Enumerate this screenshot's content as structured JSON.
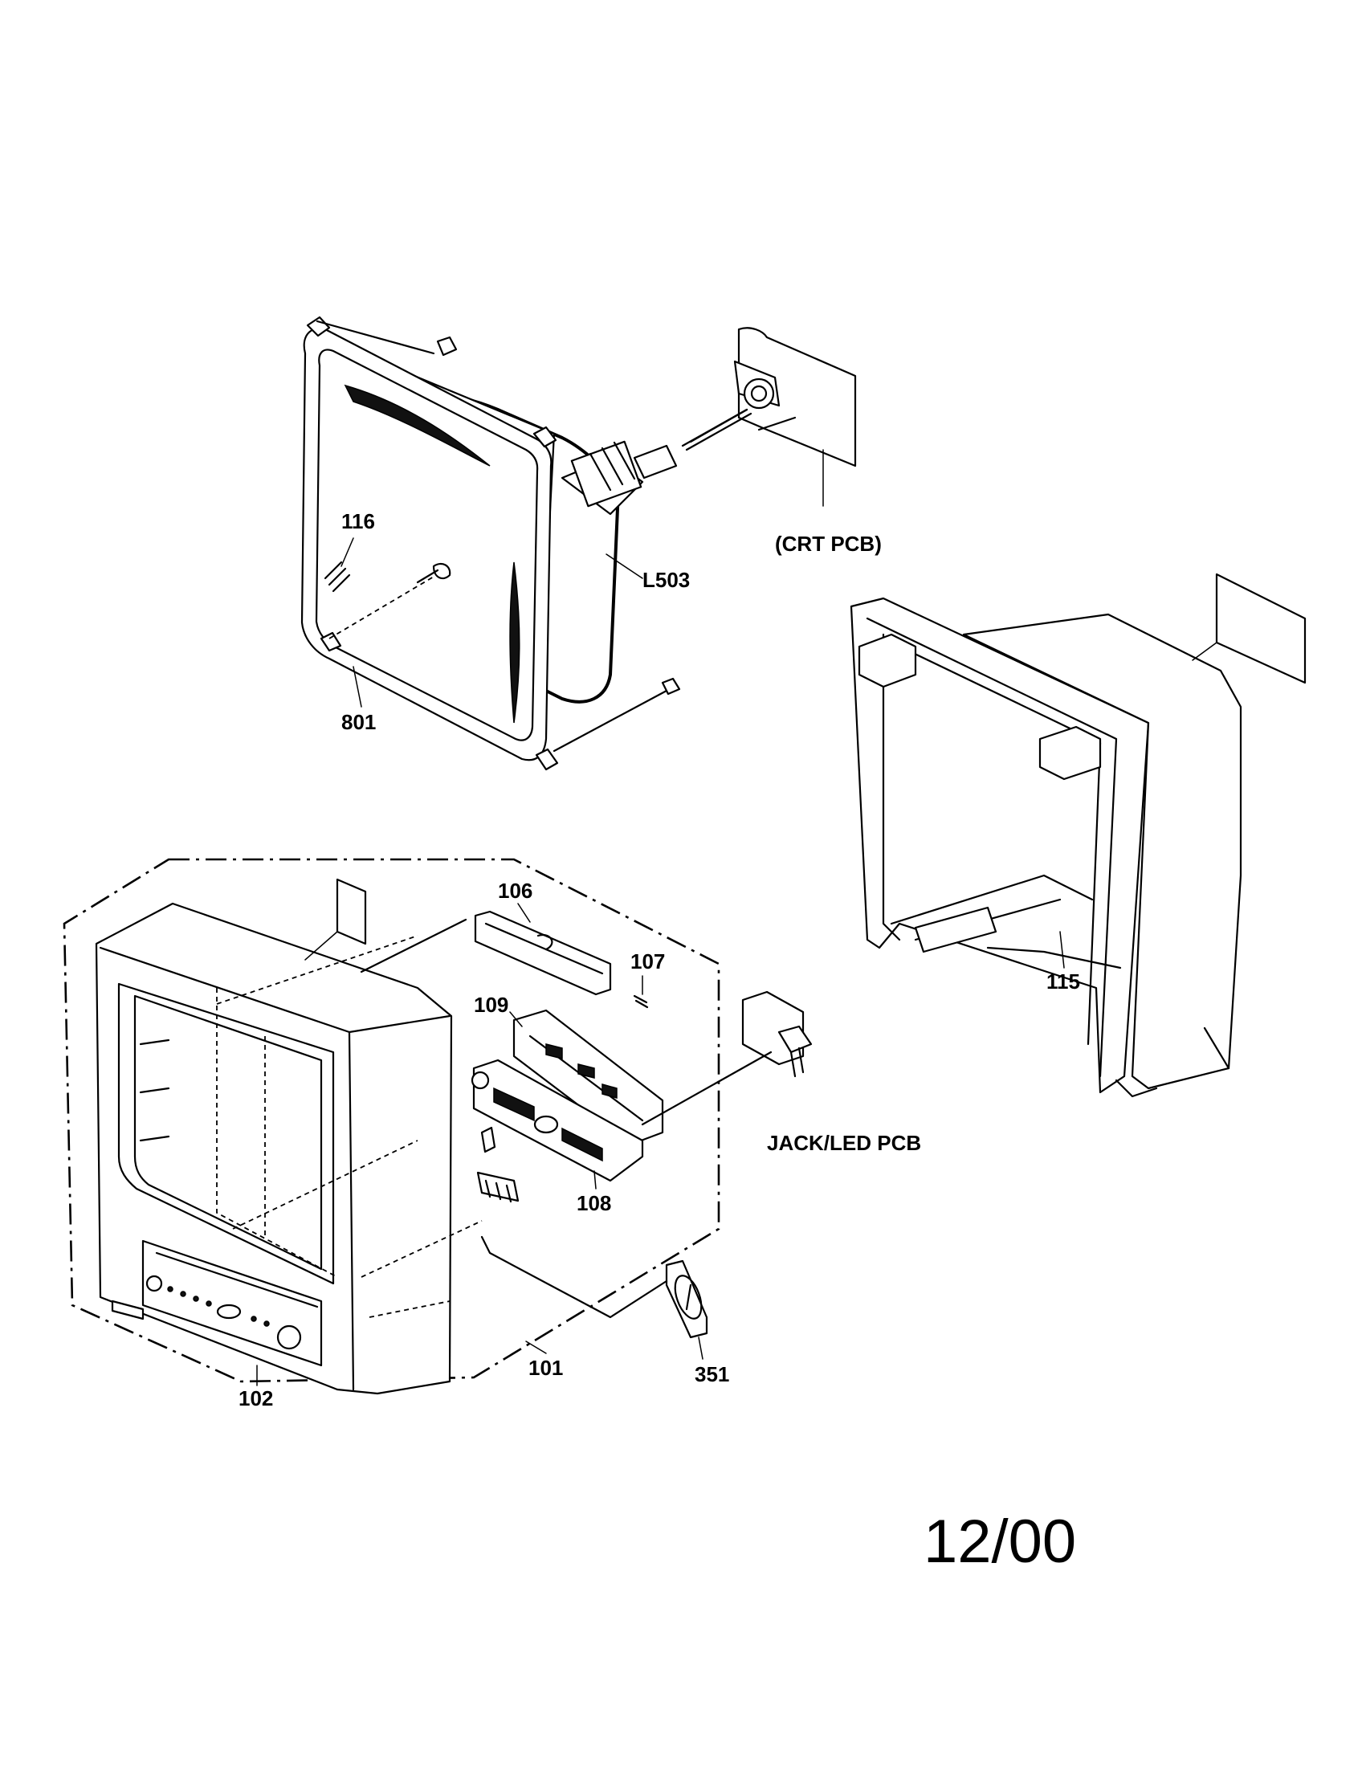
{
  "callouts": {
    "c116": "116",
    "cL503": "L503",
    "c801": "801",
    "crt_pcb": "(CRT PCB)",
    "c106": "106",
    "c107": "107",
    "c109": "109",
    "c115": "115",
    "jack_led_pcb": "JACK/LED PCB",
    "c108": "108",
    "c101": "101",
    "c102": "102",
    "c351": "351"
  },
  "date_stamp": "12/00"
}
